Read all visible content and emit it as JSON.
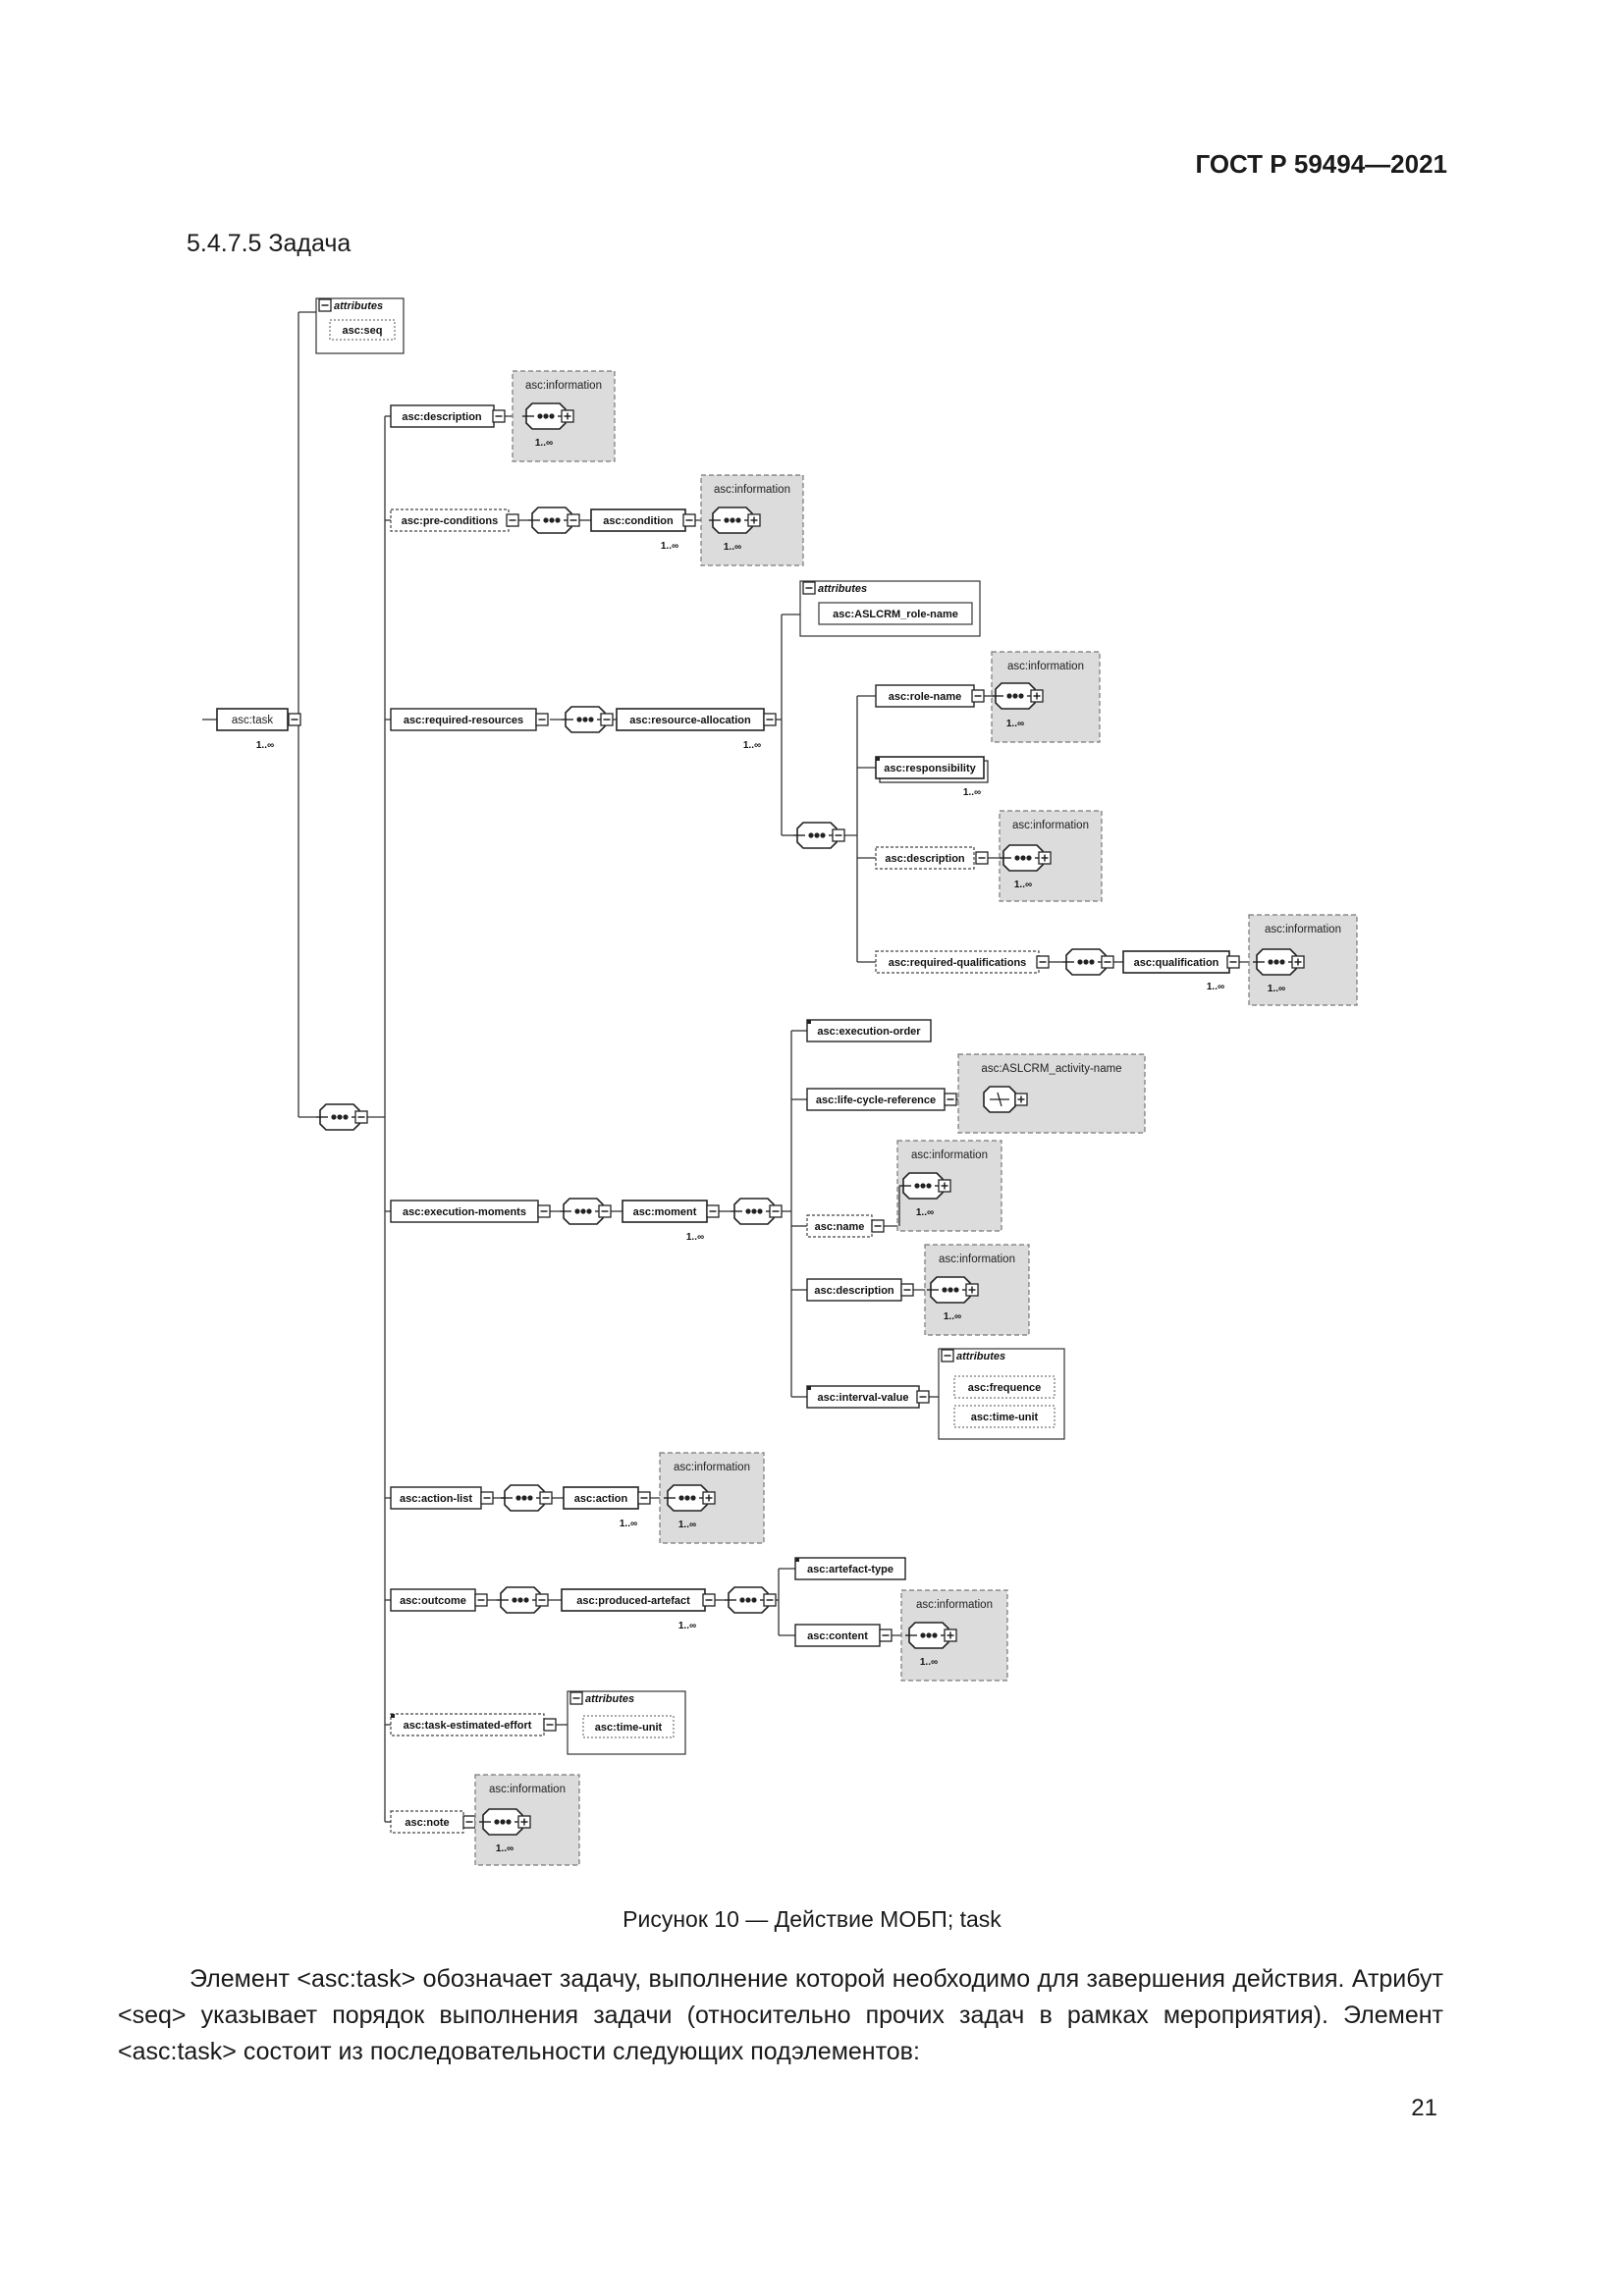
{
  "header": {
    "standard": "ГОСТ Р 59494—2021"
  },
  "section": {
    "title": "5.4.7.5 Задача"
  },
  "diagram": {
    "attributes_label": "attributes",
    "information_label": "asc:information",
    "multiplicity": "1..∞",
    "root": "asc:task",
    "attr_seq": "asc:seq",
    "description": "asc:description",
    "pre_conditions": "asc:pre-conditions",
    "condition": "asc:condition",
    "required_resources": "asc:required-resources",
    "resource_allocation": "asc:resource-allocation",
    "attr_role_name": "asc:ASLCRM_role-name",
    "role_name": "asc:role-name",
    "responsibility": "asc:responsibility",
    "ra_description": "asc:description",
    "required_qualifications": "asc:required-qualifications",
    "qualification": "asc:qualification",
    "execution_moments": "asc:execution-moments",
    "moment": "asc:moment",
    "execution_order": "asc:execution-order",
    "life_cycle_reference": "asc:life-cycle-reference",
    "activity_name": "asc:ASLCRM_activity-name",
    "m_name": "asc:name",
    "m_description": "asc:description",
    "interval_value": "asc:interval-value",
    "frequence": "asc:frequence",
    "time_unit": "asc:time-unit",
    "action_list": "asc:action-list",
    "action": "asc:action",
    "outcome": "asc:outcome",
    "produced_artefact": "asc:produced-artefact",
    "artefact_type": "asc:artefact-type",
    "content": "asc:content",
    "task_estimated_effort": "asc:task-estimated-effort",
    "effort_time_unit": "asc:time-unit",
    "note": "asc:note"
  },
  "figure": {
    "caption": "Рисунок 10 — Действие МОБП; task"
  },
  "body_text": "Элемент <asc:task> обозначает задачу, выполнение которой необходимо для завершения действия. Атрибут <seq> указывает порядок выполнения задачи (относительно прочих задач в рамках мероприятия). Элемент <asc:task> состоит из последовательности следующих подэлементов:",
  "page": {
    "number": "21"
  }
}
